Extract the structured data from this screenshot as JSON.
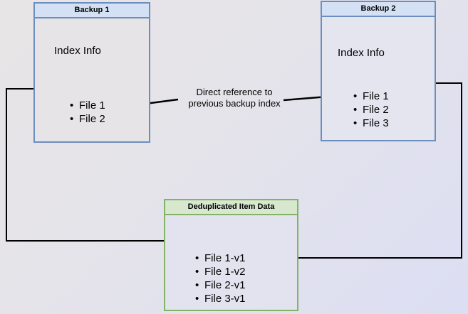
{
  "diagram": {
    "title_semantic": "backup-deduplication-reference-diagram",
    "colors": {
      "blue_border": "#6c8ebf",
      "blue_header_fill": "#d4e1f5",
      "green_border": "#82b366",
      "green_header_fill": "#d7e8cf",
      "body_fill": "#e7e4e8",
      "arrow_stroke": "#000000",
      "background_start": "#e8e5e6",
      "background_end": "#dcdef3"
    },
    "nodes": {
      "backup1": {
        "header": "Backup 1",
        "section_title": "Index Info",
        "files": [
          "File 1",
          "File 2"
        ]
      },
      "backup2": {
        "header": "Backup 2",
        "section_title": "Index Info",
        "files": [
          "File 1",
          "File 2",
          "File 3"
        ]
      },
      "dedup": {
        "header": "Deduplicated Item Data",
        "files": [
          "File 1-v1",
          "File 1-v2",
          "File 2-v1",
          "File 3-v1"
        ]
      }
    },
    "annotations": {
      "direct_reference_line1": "Direct reference to",
      "direct_reference_line2": "previous backup index"
    },
    "connectors": [
      {
        "name": "backup2-index-to-backup1-index",
        "from": "Backup 2 File 2",
        "to": "Backup 1 File 2",
        "label": "Direct reference to previous backup index",
        "arrowhead": "end"
      },
      {
        "name": "backup1-file1-to-dedup-file1v1",
        "from": "Backup 1 File 1",
        "to": "Deduplicated Item Data File 1-v1",
        "arrowhead": "end"
      },
      {
        "name": "backup2-file1-to-dedup-file1v2",
        "from": "Backup 2 File 1",
        "to": "Deduplicated Item Data File 1-v2",
        "arrowhead": "end"
      }
    ]
  }
}
